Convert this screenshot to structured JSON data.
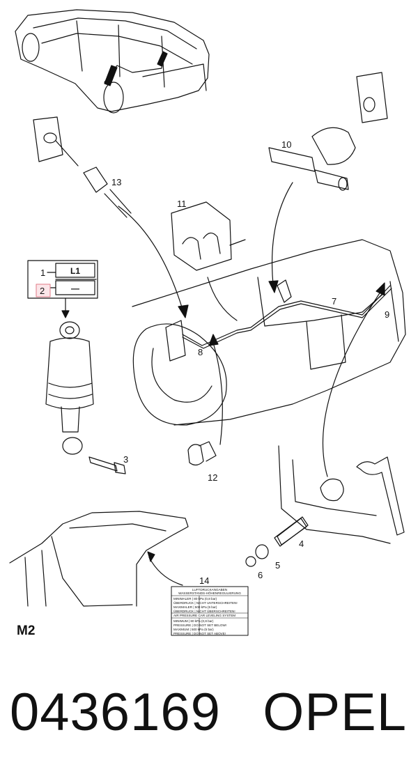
{
  "diagram": {
    "callouts": [
      "1",
      "2",
      "3",
      "4",
      "5",
      "6",
      "7",
      "8",
      "9",
      "10",
      "11",
      "12",
      "13",
      "14"
    ],
    "legend": {
      "row1": "L1",
      "row2": "—"
    },
    "section_mark": "M2",
    "label_plate": [
      "LUFTDRUCKANGABEN",
      "WASSERSTANDS-HÖHENREGULIERUNG",
      "MINIMALER | 80 kPa (0,8 bar)",
      "ÜBERDRUCK | NICHT UNTERSCHREITEN!",
      "MAXIMALER | 500 kPa (5 bar)",
      "ÜBERDRUCK | NICHT ÜBERSCHREITEN!",
      "AIR PRESSURE CAR LEVELING SYSTEM",
      "MINIMUM | 80 kPa (0,8 bar)",
      "PRESSURE | DO NOT SET BELOW!",
      "MAXIMUM | 500 kPa (5 bar)",
      "PRESSURE | DO NOT SET ABOVE!"
    ]
  },
  "footer": {
    "part_number": "0436169",
    "brand": "OPEL"
  }
}
